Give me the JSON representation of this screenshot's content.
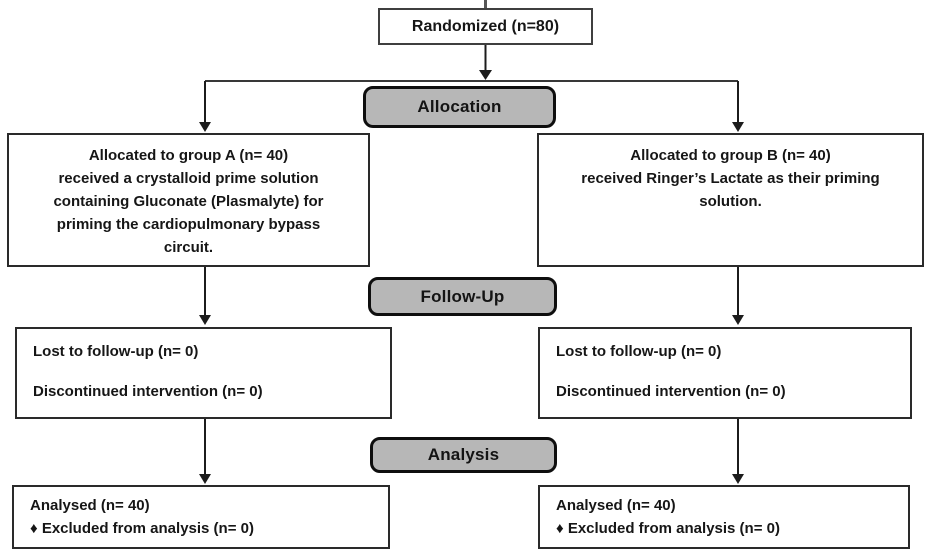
{
  "flow": {
    "randomized_label": "Randomized (n=80)",
    "stages": {
      "allocation": "Allocation",
      "followup": "Follow-Up",
      "analysis": "Analysis"
    },
    "group_a_text": "Allocated to group A (n= 40)\nreceived a crystalloid prime solution\ncontaining Gluconate (Plasmalyte) for\npriming the cardiopulmonary bypass\ncircuit.",
    "group_b_text": "Allocated to group B (n= 40)\nreceived Ringer’s Lactate as their priming\nsolution.",
    "followup_a_text": "Lost to follow-up (n= 0)\n\nDiscontinued intervention (n= 0)",
    "followup_b_text": "Lost to follow-up (n= 0)\n\nDiscontinued intervention (n= 0)",
    "analysed_a_text": "Analysed (n= 40)\n♦ Excluded from analysis (n= 0)",
    "analysed_b_text": "Analysed (n= 40)\n♦ Excluded from analysis (n= 0)",
    "counts": {
      "randomized_n": 80,
      "group_a_n": 40,
      "group_b_n": 40,
      "lost_to_followup_a_n": 0,
      "lost_to_followup_b_n": 0,
      "discontinued_a_n": 0,
      "discontinued_b_n": 0,
      "analysed_a_n": 40,
      "analysed_b_n": 40,
      "excluded_from_analysis_a_n": 0,
      "excluded_from_analysis_b_n": 0
    },
    "colors": {
      "stage_fill": "#b7b7b7",
      "stage_border": "#0e0e0e",
      "box_border": "#2a2a2a",
      "arrow": "#1c1c1c",
      "text": "#161616",
      "background": "#ffffff"
    }
  }
}
